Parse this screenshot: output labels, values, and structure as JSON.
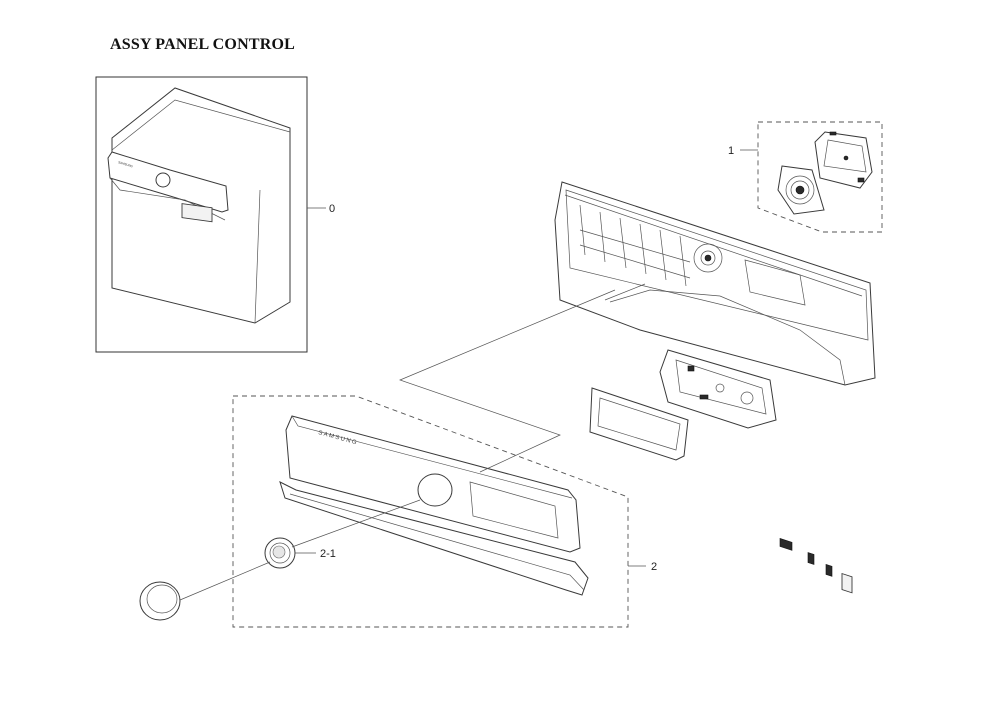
{
  "title": "ASSY PANEL CONTROL",
  "callouts": {
    "assembly_dryer": "0",
    "pcb_assembly": "1",
    "panel_control": "2",
    "knob": "2-1"
  },
  "brand_text": "SAMSUNG"
}
